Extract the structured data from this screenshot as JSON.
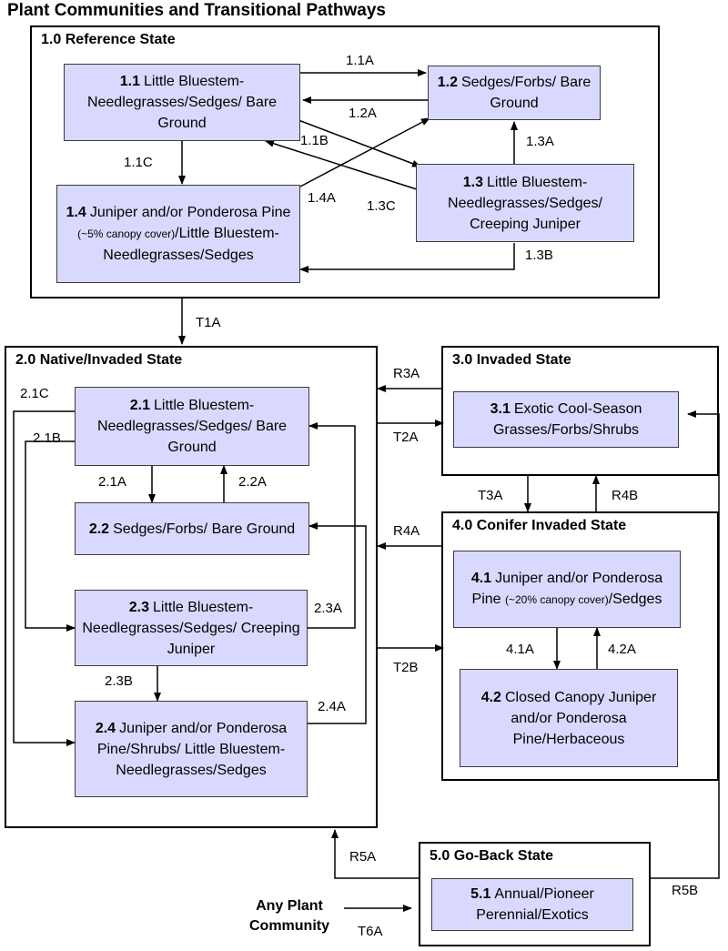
{
  "title": "Plant Communities and Transitional Pathways",
  "states": {
    "s1": "1.0 Reference State",
    "s2": "2.0 Native/Invaded State",
    "s3": "3.0 Invaded State",
    "s4": "4.0 Conifer Invaded State",
    "s5": "5.0 Go-Back State"
  },
  "communities": {
    "c11": {
      "num": "1.1",
      "text": "Little Bluestem-Needlegrasses/Sedges/ Bare Ground"
    },
    "c12": {
      "num": "1.2",
      "text": "Sedges/Forbs/ Bare Ground"
    },
    "c13": {
      "num": "1.3",
      "text": "Little Bluestem-Needlegrasses/Sedges/ Creeping Juniper"
    },
    "c14": {
      "num": "1.4",
      "text_a": "Juniper and/or Ponderosa Pine ",
      "text_small": "(~5% canopy cover)",
      "text_b": "/Little Bluestem-Needlegrasses/Sedges"
    },
    "c21": {
      "num": "2.1",
      "text": "Little Bluestem-Needlegrasses/Sedges/ Bare Ground"
    },
    "c22": {
      "num": "2.2",
      "text": "Sedges/Forbs/ Bare Ground"
    },
    "c23": {
      "num": "2.3",
      "text": "Little Bluestem-Needlegrasses/Sedges/ Creeping Juniper"
    },
    "c24": {
      "num": "2.4",
      "text": "Juniper and/or Ponderosa Pine/Shrubs/ Little Bluestem-Needlegrasses/Sedges"
    },
    "c31": {
      "num": "3.1",
      "text": "Exotic Cool-Season Grasses/Forbs/Shrubs"
    },
    "c41": {
      "num": "4.1",
      "text_a": "Juniper and/or Ponderosa Pine ",
      "text_small": "(~20% canopy cover)",
      "text_b": "/Sedges"
    },
    "c42": {
      "num": "4.2",
      "text": "Closed Canopy Juniper and/or Ponderosa Pine/Herbaceous"
    },
    "c51": {
      "num": "5.1",
      "text": "Annual/Pioneer Perennial/Exotics"
    }
  },
  "any_plant_community": "Any Plant Community",
  "pathways": {
    "p11A": "1.1A",
    "p12A": "1.2A",
    "p11B": "1.1B",
    "p11C": "1.1C",
    "p13A": "1.3A",
    "p14A": "1.4A",
    "p13C": "1.3C",
    "p13B": "1.3B",
    "pT1A": "T1A",
    "pR3A": "R3A",
    "pT2A": "T2A",
    "pT3A": "T3A",
    "pR4B": "R4B",
    "pR4A": "R4A",
    "pT2B": "T2B",
    "p21C": "2.1C",
    "p21B": "2.1B",
    "p21A": "2.1A",
    "p22A": "2.2A",
    "p23A": "2.3A",
    "p23B": "2.3B",
    "p24A": "2.4A",
    "p41A": "4.1A",
    "p42A": "4.2A",
    "pR5A": "R5A",
    "pR5B": "R5B",
    "pT6A": "T6A"
  }
}
